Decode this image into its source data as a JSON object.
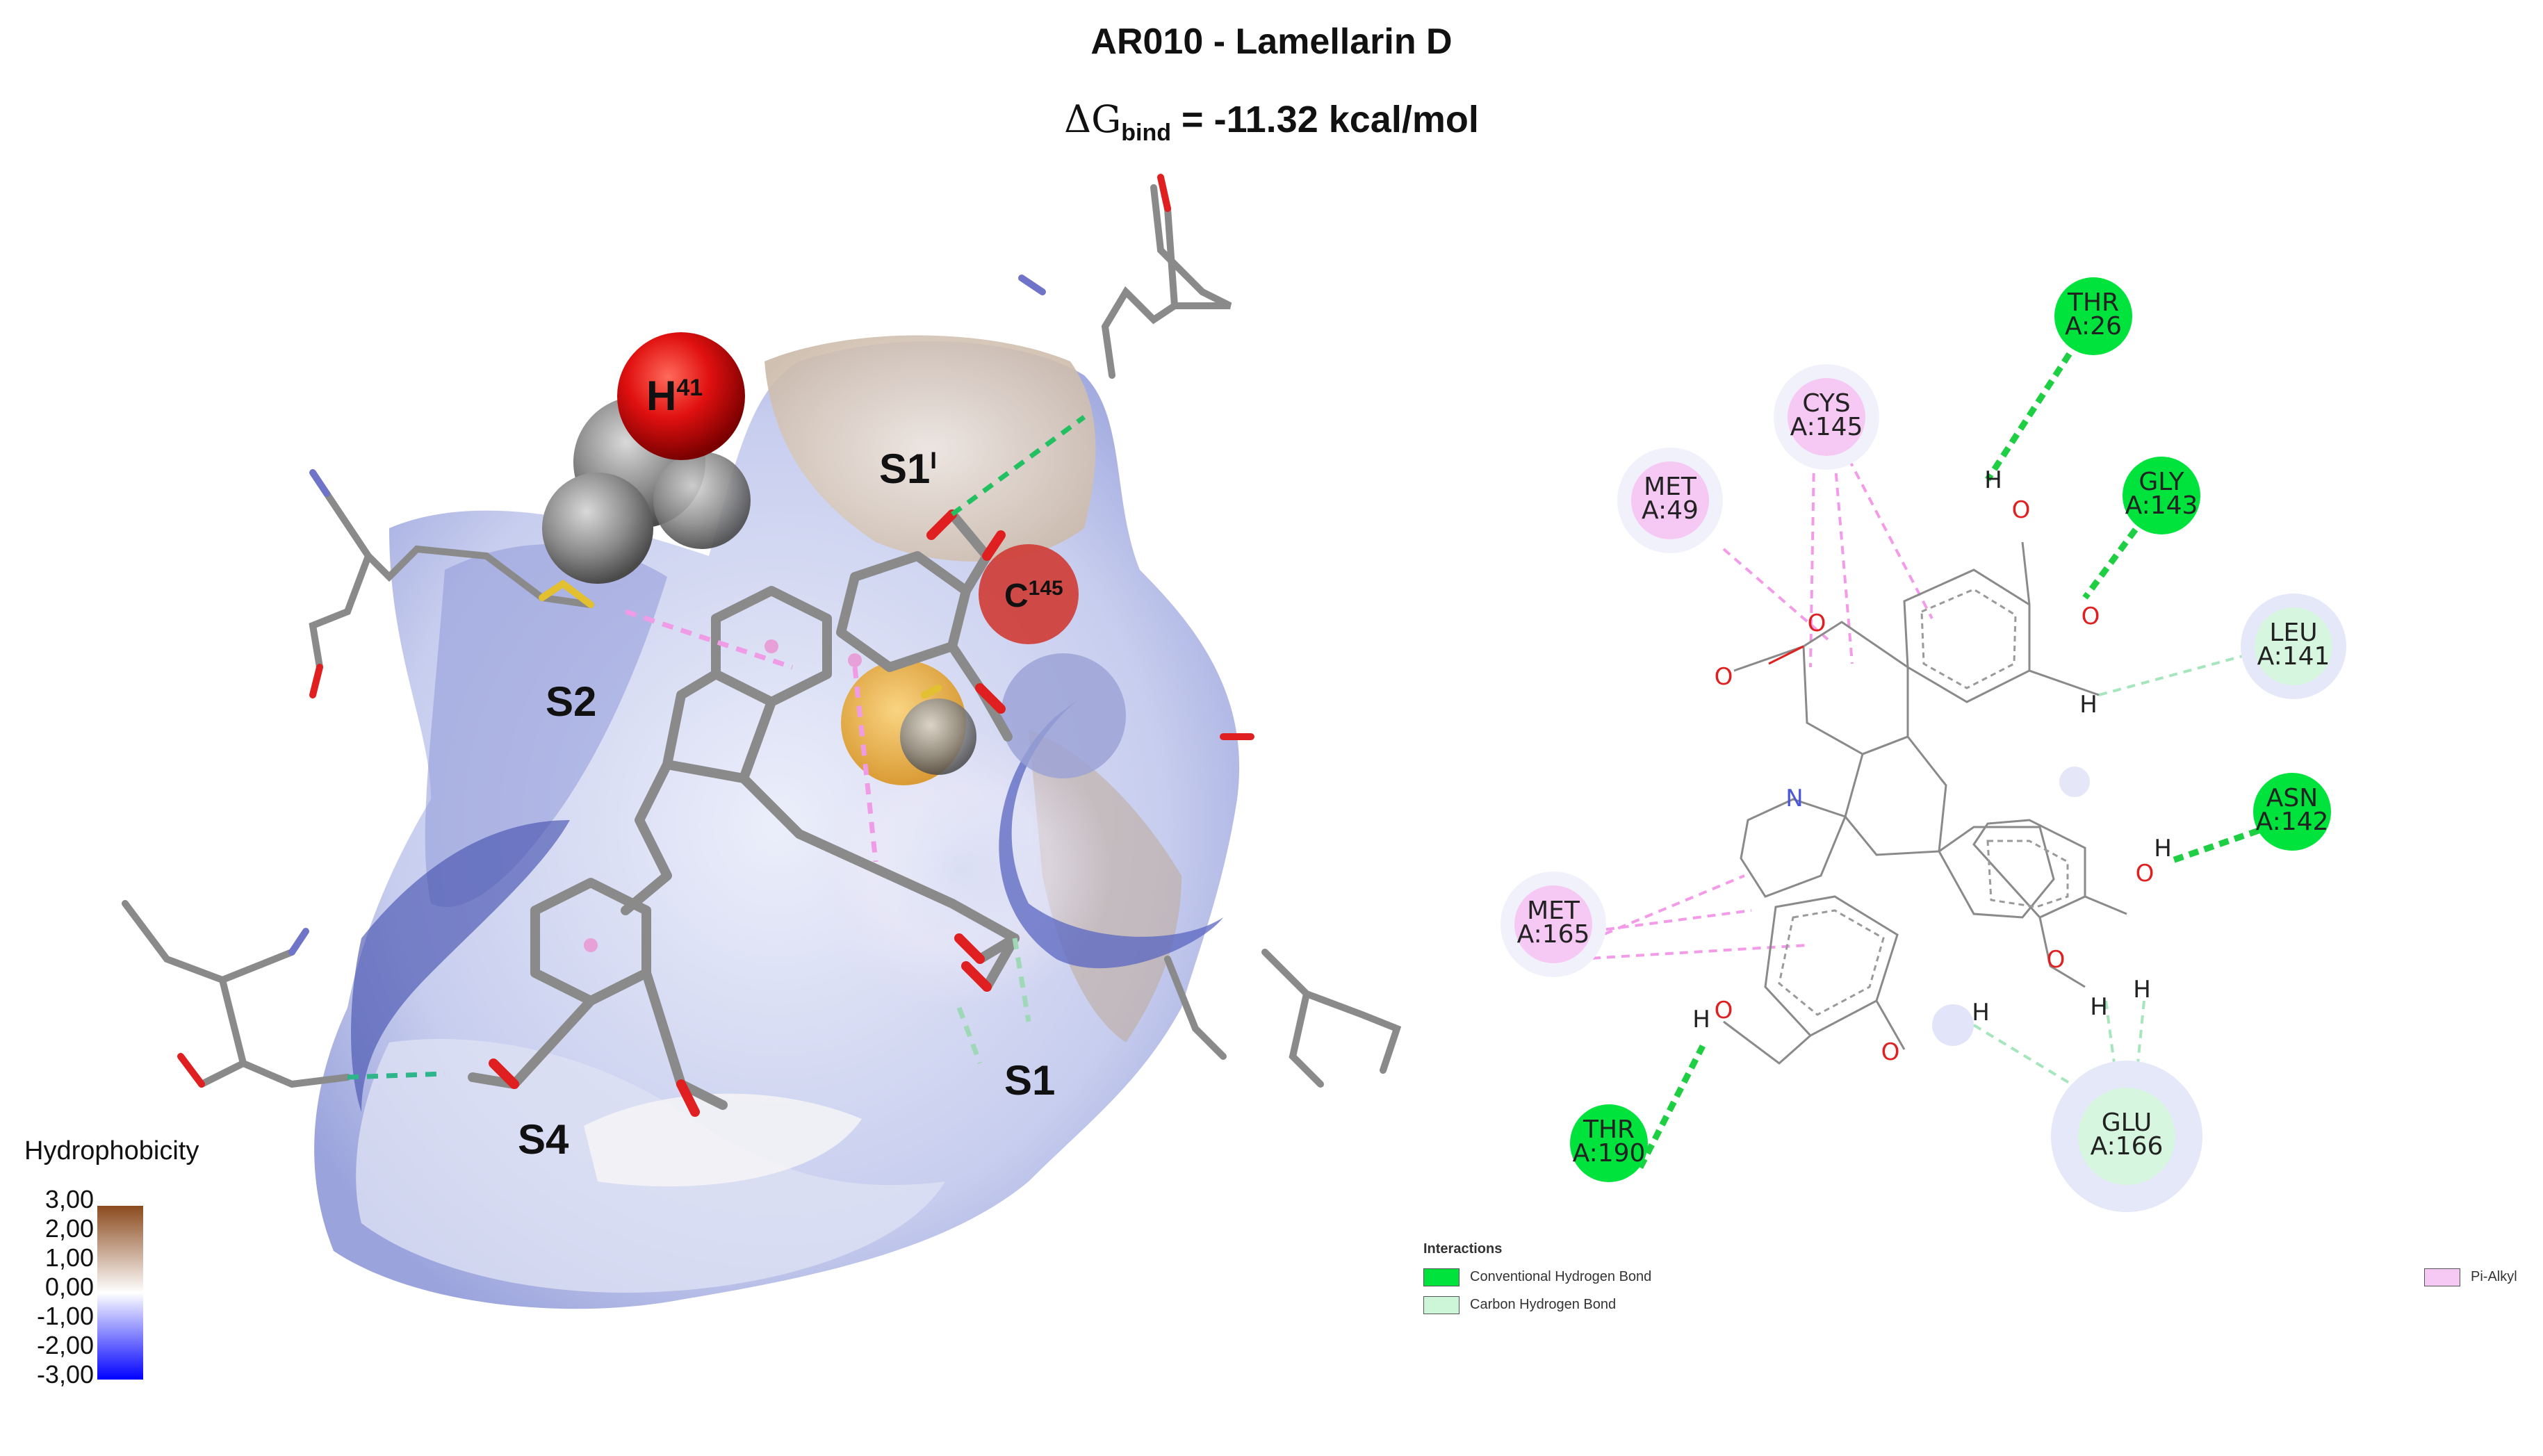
{
  "title": "AR010 - Lamellarin D",
  "energy": {
    "delta": "ΔG",
    "sub": "bind",
    "rest": " = -11.32 kcal/mol"
  },
  "sites": {
    "h41": "H",
    "h41_sup": "41",
    "s1prime": "S1",
    "s1prime_sup": "I",
    "c145": "C",
    "c145_sup": "145",
    "s2": "S2",
    "s1": "S1",
    "s4": "S4"
  },
  "colorbar": {
    "title": "Hydrophobicity",
    "ticks": [
      "3,00",
      "2,00",
      "1,00",
      "0,00",
      "-1,00",
      "-2,00",
      "-3,00"
    ],
    "colors": {
      "max": "#8b4a1e",
      "mid": "#ffffff",
      "min": "#0000ff"
    }
  },
  "residues": [
    {
      "id": "thr26",
      "name": "THR",
      "num": "A:26",
      "kind": "conventional"
    },
    {
      "id": "cys145",
      "name": "CYS",
      "num": "A:145",
      "kind": "pi-alkyl"
    },
    {
      "id": "met49",
      "name": "MET",
      "num": "A:49",
      "kind": "pi-alkyl"
    },
    {
      "id": "gly143",
      "name": "GLY",
      "num": "A:143",
      "kind": "conventional"
    },
    {
      "id": "leu141",
      "name": "LEU",
      "num": "A:141",
      "kind": "carbon"
    },
    {
      "id": "asn142",
      "name": "ASN",
      "num": "A:142",
      "kind": "conventional"
    },
    {
      "id": "met165",
      "name": "MET",
      "num": "A:165",
      "kind": "pi-alkyl"
    },
    {
      "id": "thr190",
      "name": "THR",
      "num": "A:190",
      "kind": "conventional"
    },
    {
      "id": "glu166",
      "name": "GLU",
      "num": "A:166",
      "kind": "carbon"
    }
  ],
  "interaction_colors": {
    "conventional": "#00e33c",
    "carbon": "#d7f6df",
    "pi-alkyl": "#f6c8f4"
  },
  "legend": {
    "title": "Interactions",
    "items": [
      {
        "label": "Conventional Hydrogen Bond",
        "color": "#00e33c"
      },
      {
        "label": "Carbon Hydrogen Bond",
        "color": "#cdf5d7"
      },
      {
        "label": "Pi-Alkyl",
        "color": "#f6c8f4"
      }
    ]
  },
  "atom_labels": {
    "h": "H",
    "o": "O",
    "n": "N"
  }
}
